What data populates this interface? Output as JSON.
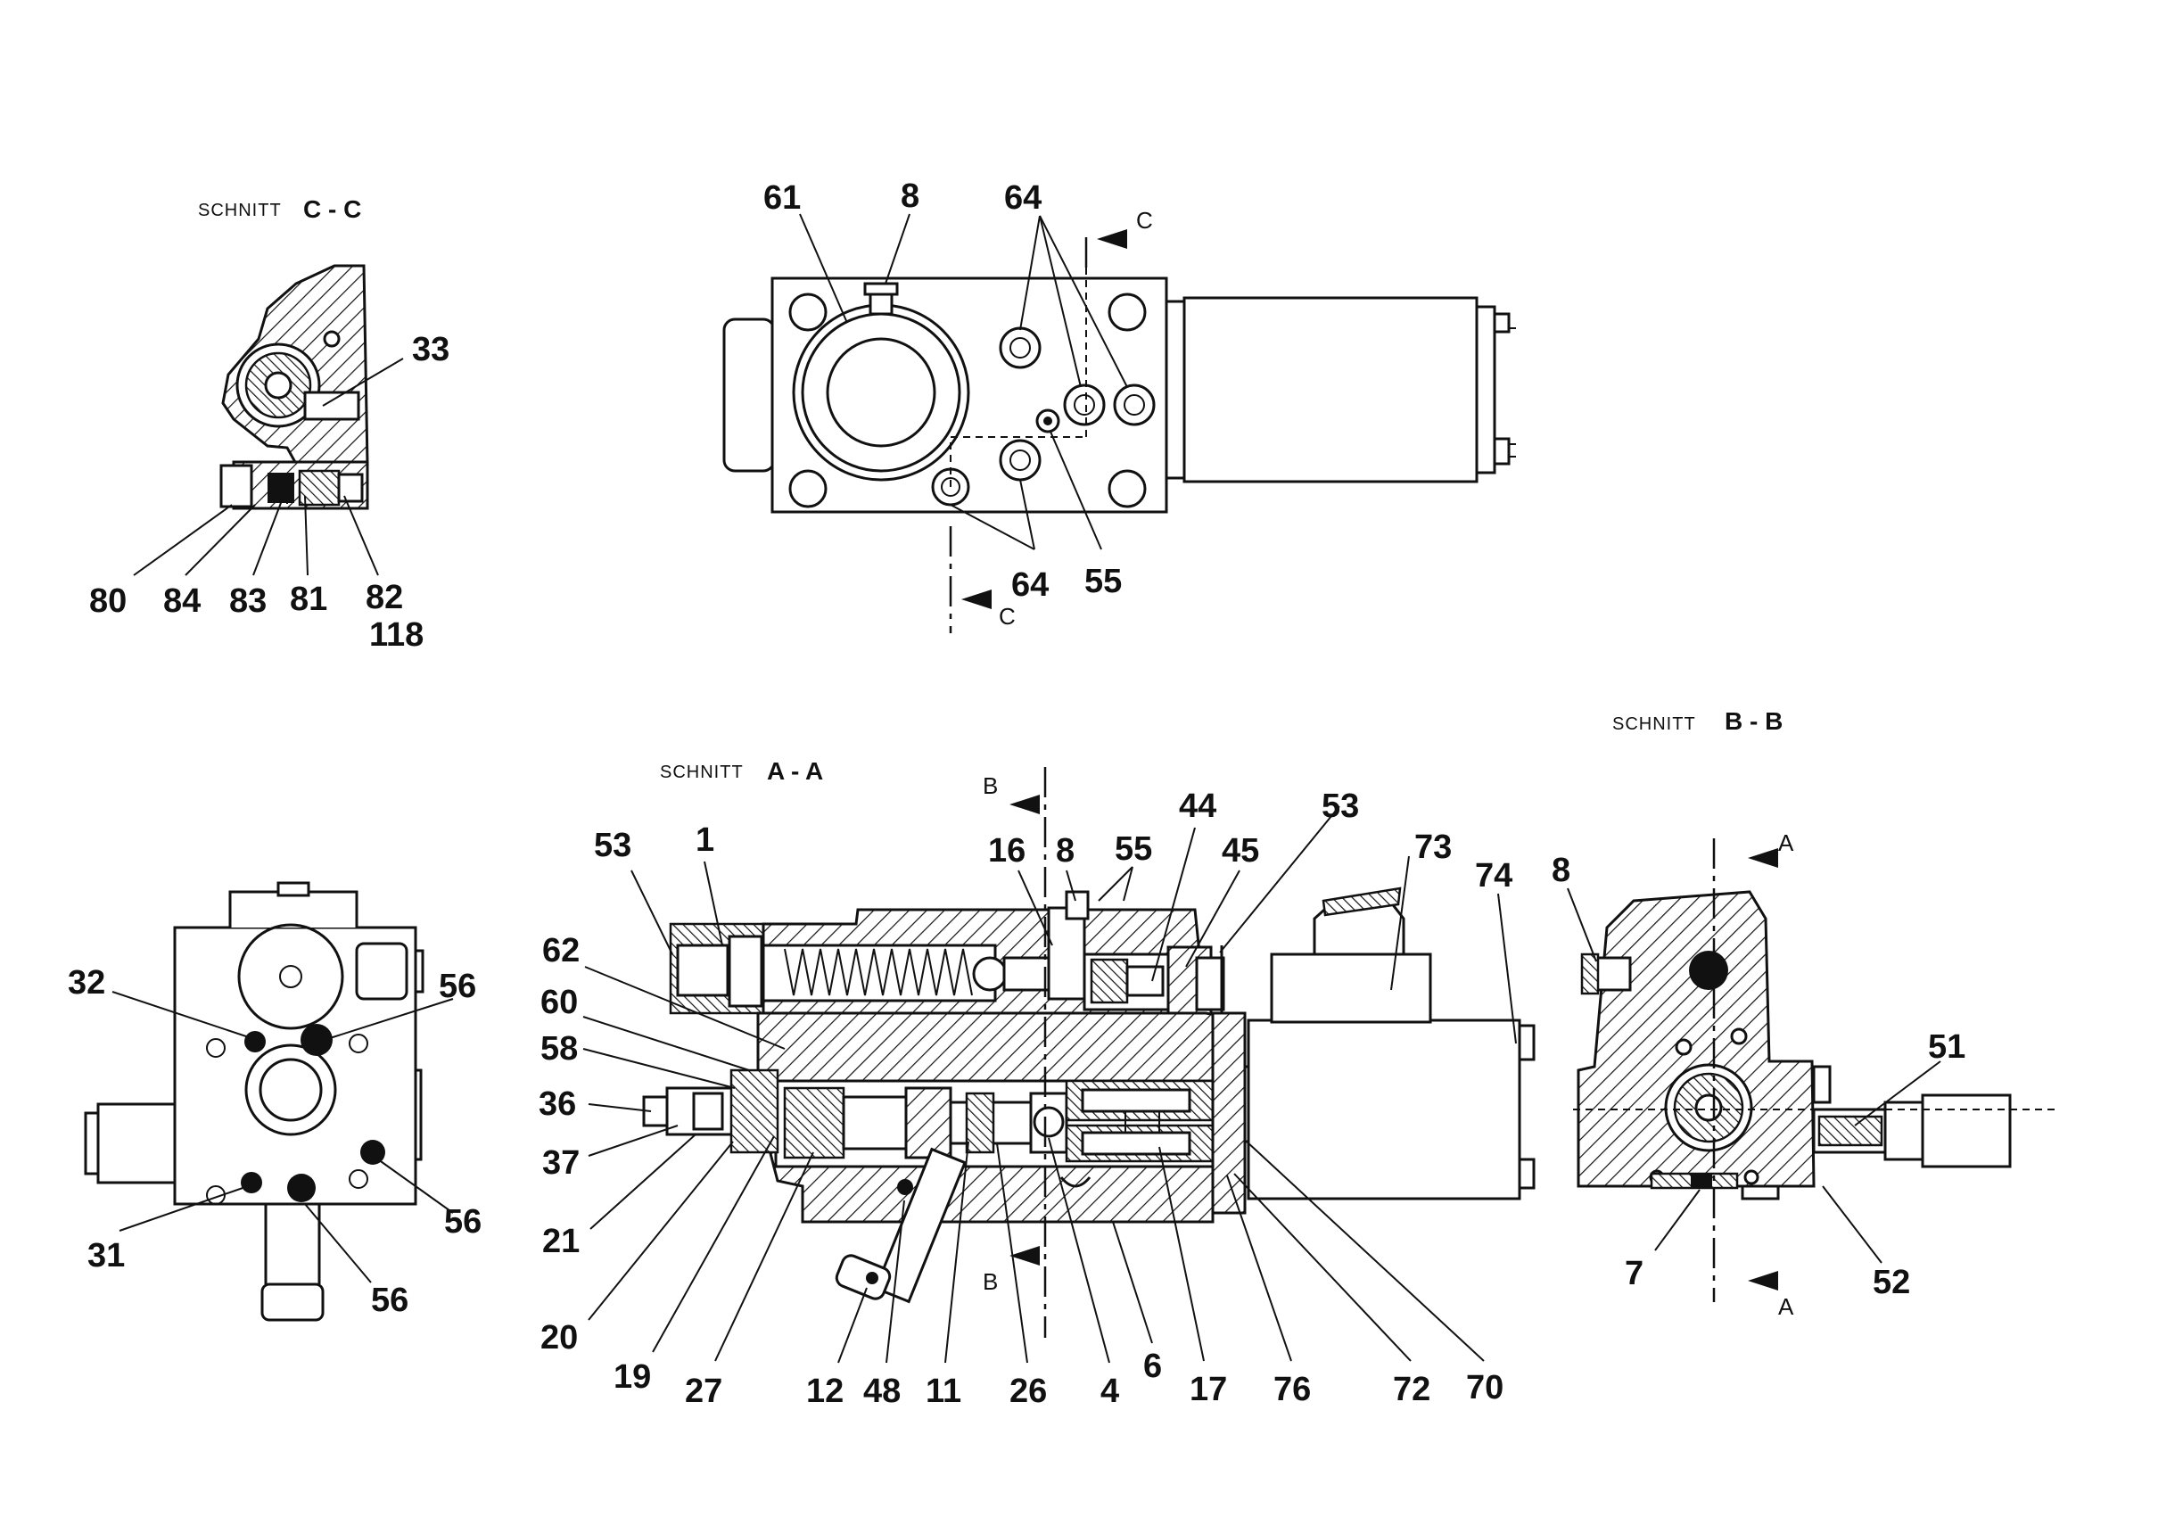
{
  "sections": {
    "c_c": {
      "word": "SCHNITT",
      "id": "C - C"
    },
    "a_a": {
      "word": "SCHNITT",
      "id": "A - A"
    },
    "b_b": {
      "word": "SCHNITT",
      "id": "B - B"
    }
  },
  "cut_markers": {
    "c": "C",
    "b": "B",
    "a": "A"
  },
  "part_labels": {
    "c_c": [
      "33",
      "80",
      "84",
      "83",
      "81",
      "82",
      "118"
    ],
    "top_view": [
      "61",
      "8",
      "64",
      "64",
      "55"
    ],
    "left_view": [
      "32",
      "56",
      "56",
      "56",
      "31"
    ],
    "a_a": [
      "53",
      "1",
      "16",
      "8",
      "55",
      "44",
      "45",
      "53",
      "73",
      "74",
      "62",
      "60",
      "58",
      "36",
      "37",
      "21",
      "20",
      "19",
      "27",
      "12",
      "48",
      "11",
      "26",
      "4",
      "6",
      "17",
      "76",
      "72",
      "70"
    ],
    "b_b": [
      "8",
      "51",
      "7",
      "52"
    ]
  },
  "colors": {
    "ink": "#111111",
    "paper": "#ffffff"
  }
}
